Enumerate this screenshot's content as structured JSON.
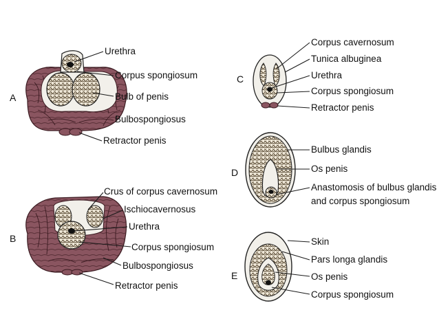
{
  "panels": {
    "A": {
      "letter": "A",
      "labels": [
        "Urethra",
        "Corpus spongiosum",
        "Bulb of penis",
        "Bulbospongiosus",
        "Retractor penis"
      ]
    },
    "B": {
      "letter": "B",
      "labels": [
        "Crus of corpus cavernosum",
        "Ischiocavernosus",
        "Urethra",
        "Corpus spongiosum",
        "Bulbospongiosus",
        "Retractor penis"
      ]
    },
    "C": {
      "letter": "C",
      "labels": [
        "Corpus cavernosum",
        "Tunica albuginea",
        "Urethra",
        "Corpus spongiosum",
        "Retractor penis"
      ]
    },
    "D": {
      "letter": "D",
      "labels": [
        "Bulbus glandis",
        "Os penis",
        "Anastomosis of bulbus glandis",
        "and corpus spongiosum"
      ]
    },
    "E": {
      "letter": "E",
      "labels": [
        "Skin",
        "Pars longa glandis",
        "Os penis",
        "Corpus spongiosum"
      ]
    }
  },
  "colors": {
    "muscle": "#8a5560",
    "muscle_dark": "#5a3038",
    "tunica": "#f2f0ea",
    "spongy_fill": "#7a6a4a",
    "spongy_bg": "#efe8d8",
    "line": "#1a1a1a"
  }
}
